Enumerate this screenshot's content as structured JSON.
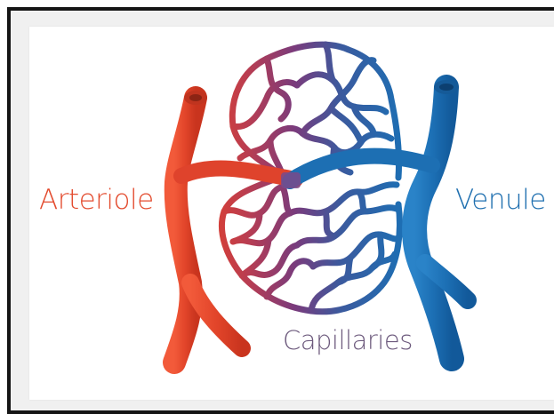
{
  "labels": {
    "arteriole": "Arteriole",
    "venule": "Venule",
    "capillaries": "Capillaries"
  },
  "colors": {
    "artery": "#e2452a",
    "vein": "#1c6fb4",
    "mixed": "#7a3b7c",
    "arteriole_text": "#e34b2e",
    "venule_text": "#2070b0",
    "capillaries_text": "#6d5a7d",
    "frame": "#151515",
    "backdrop": "#f0f0f0"
  }
}
